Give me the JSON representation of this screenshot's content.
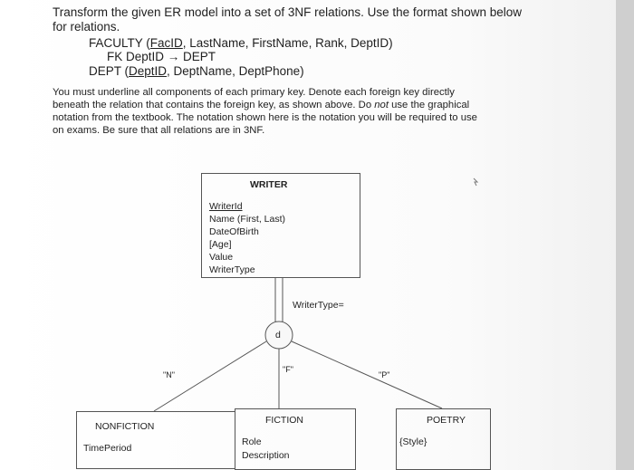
{
  "instructions": {
    "line1": "Transform the given ER model into a set of 3NF relations. Use the format shown below",
    "line2": "for relations.",
    "relations": {
      "faculty_prefix": "FACULTY (",
      "faculty_pk": "FacID",
      "faculty_rest": ", LastName, FirstName, Rank, DeptID)",
      "fk": "FK DeptID → DEPT",
      "dept_prefix": "DEPT (",
      "dept_pk": "DeptID",
      "dept_rest": ", DeptName, DeptPhone)"
    },
    "para": [
      "You must underline all components of each primary key.  Denote each foreign key directly",
      "beneath the relation that contains the foreign key, as shown above.  Do not use the graphical",
      "notation from the textbook.  The notation shown here is the notation you will be required to use",
      "on exams.  Be sure that all relations are in 3NF."
    ],
    "not_word": "not",
    "para3_before": "beneath the relation that contains the foreign key, as shown above.  Do ",
    "para3_after": " use the graphical"
  },
  "diagram": {
    "writer_title": "WRITER",
    "writer_attrs": [
      "WriterId",
      "Name (First, Last)",
      "DateOfBirth",
      "[Age]",
      "Value",
      "WriterType"
    ],
    "discriminator_label": "WriterType=",
    "disjoint_symbol": "d",
    "label_n": "\"N\"",
    "label_f": "\"F\"",
    "label_p": "\"P\"",
    "nonfiction_title": "NONFICTION",
    "nonfiction_attr": "TimePeriod",
    "fiction_title": "FICTION",
    "fiction_attrs": [
      "Role",
      "Description"
    ],
    "poetry_title": "POETRY",
    "poetry_attr": "{Style}"
  },
  "icons": [
    "mouse-cursor-icon"
  ]
}
